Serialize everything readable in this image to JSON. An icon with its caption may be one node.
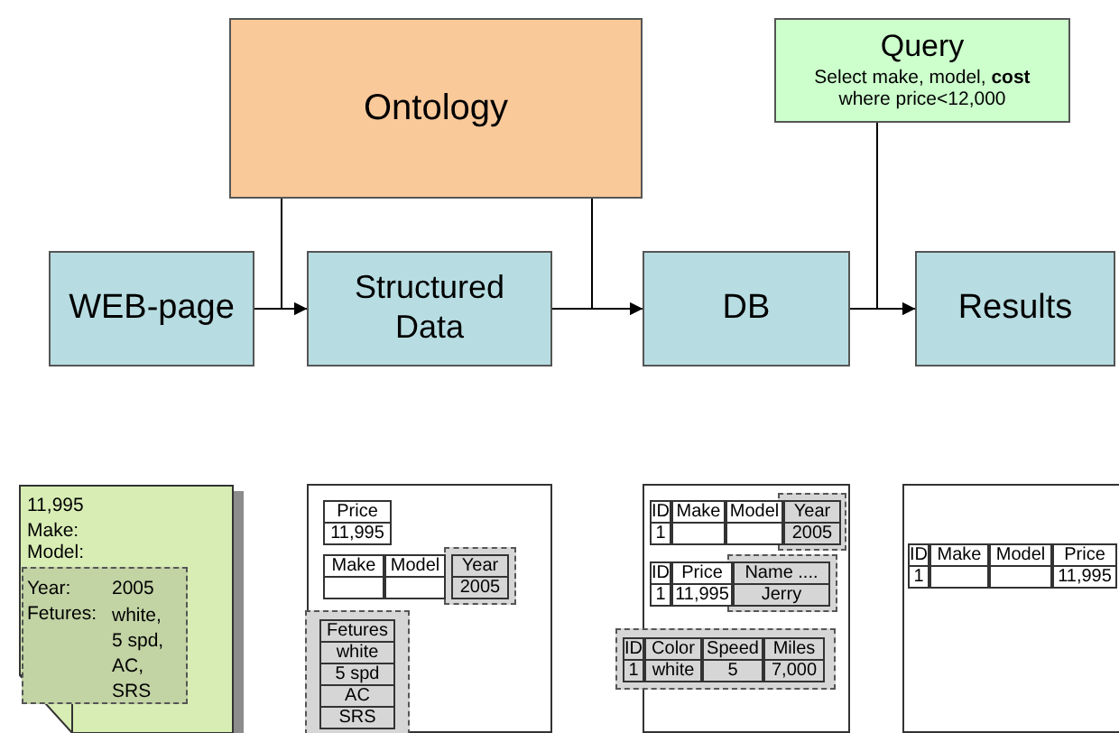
{
  "diagram": {
    "nodes": [
      {
        "text": [
          "Ontology"
        ]
      },
      {
        "text": [
          "Query",
          "Select make, model, **cost** where price<12,000"
        ]
      },
      {
        "text": [
          "WEB-page"
        ]
      },
      {
        "text": [
          "Structured Data"
        ]
      },
      {
        "text": [
          "DB"
        ]
      },
      {
        "text": [
          "Results"
        ]
      },
      {
        "text": [
          "11,995",
          "Make:",
          "Model:",
          "Year:",
          "2005",
          "Fetures:",
          "white, 5 spd, AC, SRS"
        ]
      },
      {
        "text": [
          "Price",
          "11,995",
          "Make",
          "Model",
          "Year",
          "2005",
          "Fetures",
          "white",
          "5 spd",
          "AC",
          "SRS"
        ]
      },
      {
        "text": [
          "ID",
          "Make",
          "Model",
          "Year",
          "1",
          "2005",
          "ID",
          "Price",
          "Name ....",
          "1",
          "11,995",
          "Jerry",
          "ID",
          "Color",
          "Speed",
          "Miles",
          "1",
          "white",
          "5",
          "7,000"
        ]
      },
      {
        "text": [
          "ID",
          "Make",
          "Model",
          "Price",
          "1",
          "11,995"
        ]
      }
    ],
    "edges": [
      {
        "from": 2,
        "to": 3,
        "arrow": "to"
      },
      {
        "from": 0,
        "to": 3,
        "arrow": "to"
      },
      {
        "from": 3,
        "to": 4,
        "arrow": "to"
      },
      {
        "from": 0,
        "to": 4,
        "arrow": "to"
      },
      {
        "from": 4,
        "to": 5,
        "arrow": "to"
      },
      {
        "from": 1,
        "to": 5,
        "arrow": "to"
      }
    ]
  }
}
